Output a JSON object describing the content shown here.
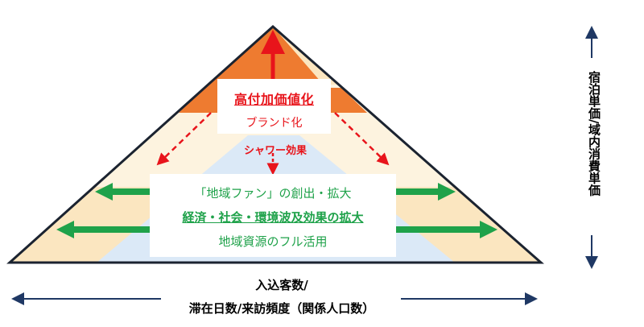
{
  "top_box": {
    "title": "高付加価値化",
    "subtitle": "ブランド化"
  },
  "shower_label": "シャワー効果",
  "middle_box": {
    "line1": "「地域ファン」の創出・拡大",
    "line2": "経済・社会・環境波及効果の拡大",
    "line3": "地域資源のフル活用"
  },
  "vertical_axis_label": "宿泊単価/域内消費単価",
  "horizontal_axis_label_1": "入込客数/",
  "horizontal_axis_label_2": "滞在日数/来訪頻度（関係人口数）",
  "colors": {
    "orange": "#ee7b30",
    "cream": "#fbe6c0",
    "light_blue": "#dbe9f7",
    "red": "#e8141b",
    "green": "#1fa24a",
    "outline": "#1b2330",
    "axis": "#1f3864"
  }
}
